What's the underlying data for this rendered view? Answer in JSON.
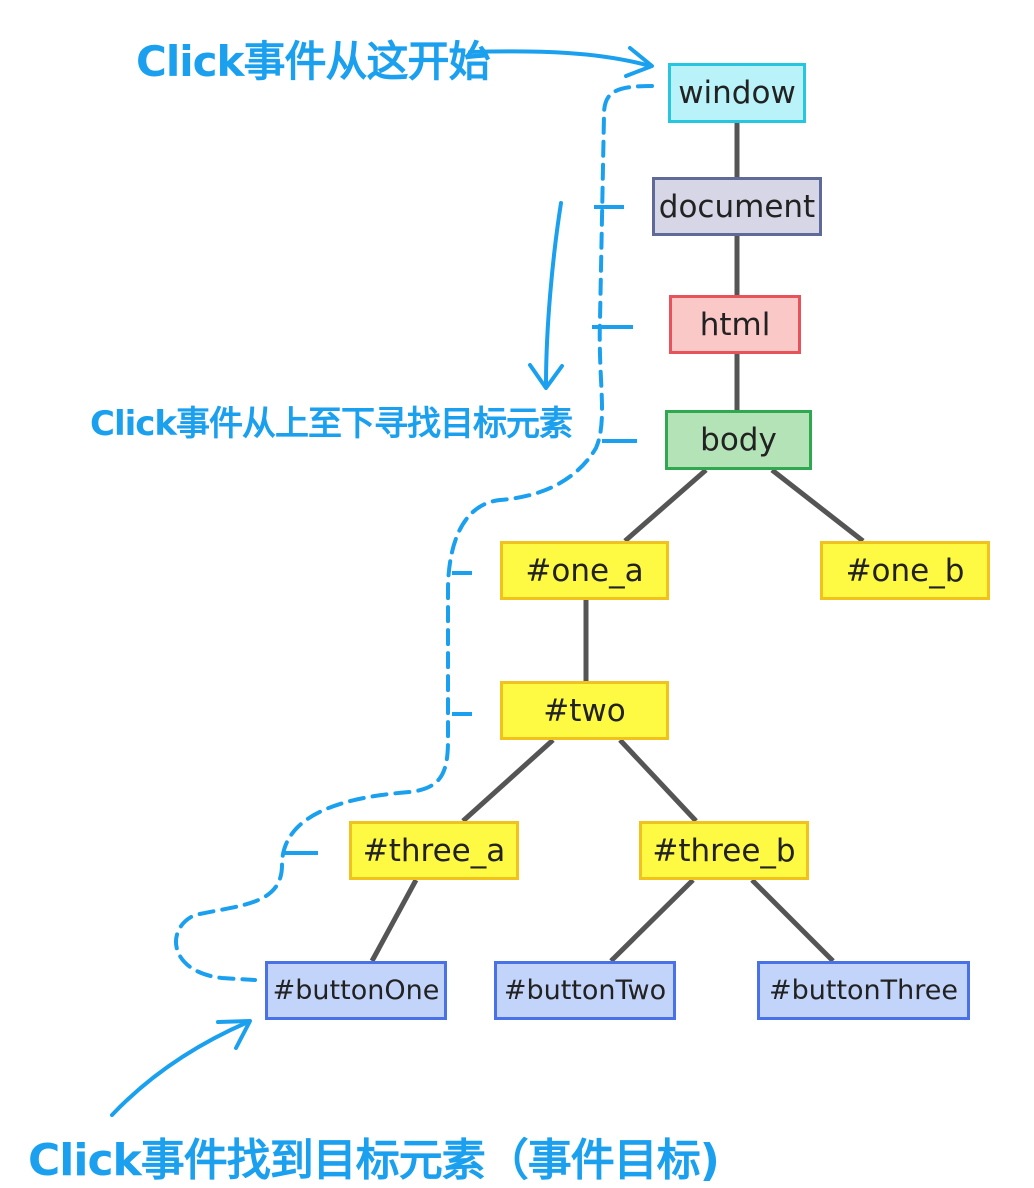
{
  "annotations": {
    "start": "Click事件从这开始",
    "search": "Click事件从上至下寻找目标元素",
    "found": "Click事件找到目标元素（事件目标)"
  },
  "nodes": {
    "window": "window",
    "document": "document",
    "html": "html",
    "body": "body",
    "one_a": "#one_a",
    "one_b": "#one_b",
    "two": "#two",
    "three_a": "#three_a",
    "three_b": "#three_b",
    "buttonOne": "#buttonOne",
    "buttonTwo": "#buttonTwo",
    "buttonThree": "#buttonThree"
  },
  "colors": {
    "accent": "#1aa0ef",
    "edge": "#555555",
    "window_fill": "#b9f2f8",
    "window_border": "#27c6e0",
    "document_fill": "#d6d6e6",
    "document_border": "#5f6a99",
    "html_fill": "#fbc8c8",
    "html_border": "#e8535b",
    "body_fill": "#b4e3b7",
    "body_border": "#2fa84f",
    "yellow_fill": "#fef942",
    "yellow_border": "#f1c21c",
    "blue_fill": "#c3d4fb",
    "blue_border": "#4a72e8"
  }
}
